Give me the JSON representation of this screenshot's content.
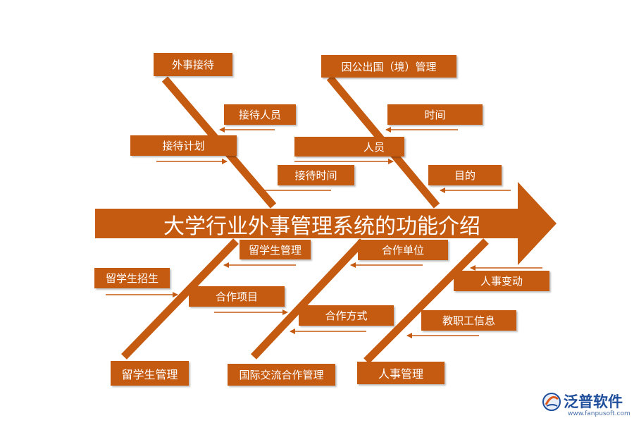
{
  "title": "大学行业外事管理系统的功能介绍",
  "categories": {
    "reception": {
      "label": "外事接待",
      "causes": [
        "接待人员",
        "接待计划",
        "接待时间"
      ]
    },
    "outbound": {
      "label": "因公出国（境）管理",
      "causes": [
        "时间",
        "人员",
        "目的"
      ]
    },
    "students": {
      "label": "留学生管理",
      "causes": [
        "留学生管理",
        "留学生招生",
        "合作项目"
      ]
    },
    "exchange": {
      "label": "国际交流合作管理",
      "causes": [
        "合作单位",
        "合作方式"
      ]
    },
    "personnel": {
      "label": "人事管理",
      "causes": [
        "人事变动",
        "教职工信息"
      ]
    }
  },
  "logo": {
    "name": "泛普软件",
    "url": "www.fanpusoft.com",
    "icon": "fanpu-logo-icon"
  },
  "colors": {
    "box": "#c55a11",
    "bone": "#c55a11",
    "text": "#ffffff",
    "logo": "#1f4e9c"
  }
}
